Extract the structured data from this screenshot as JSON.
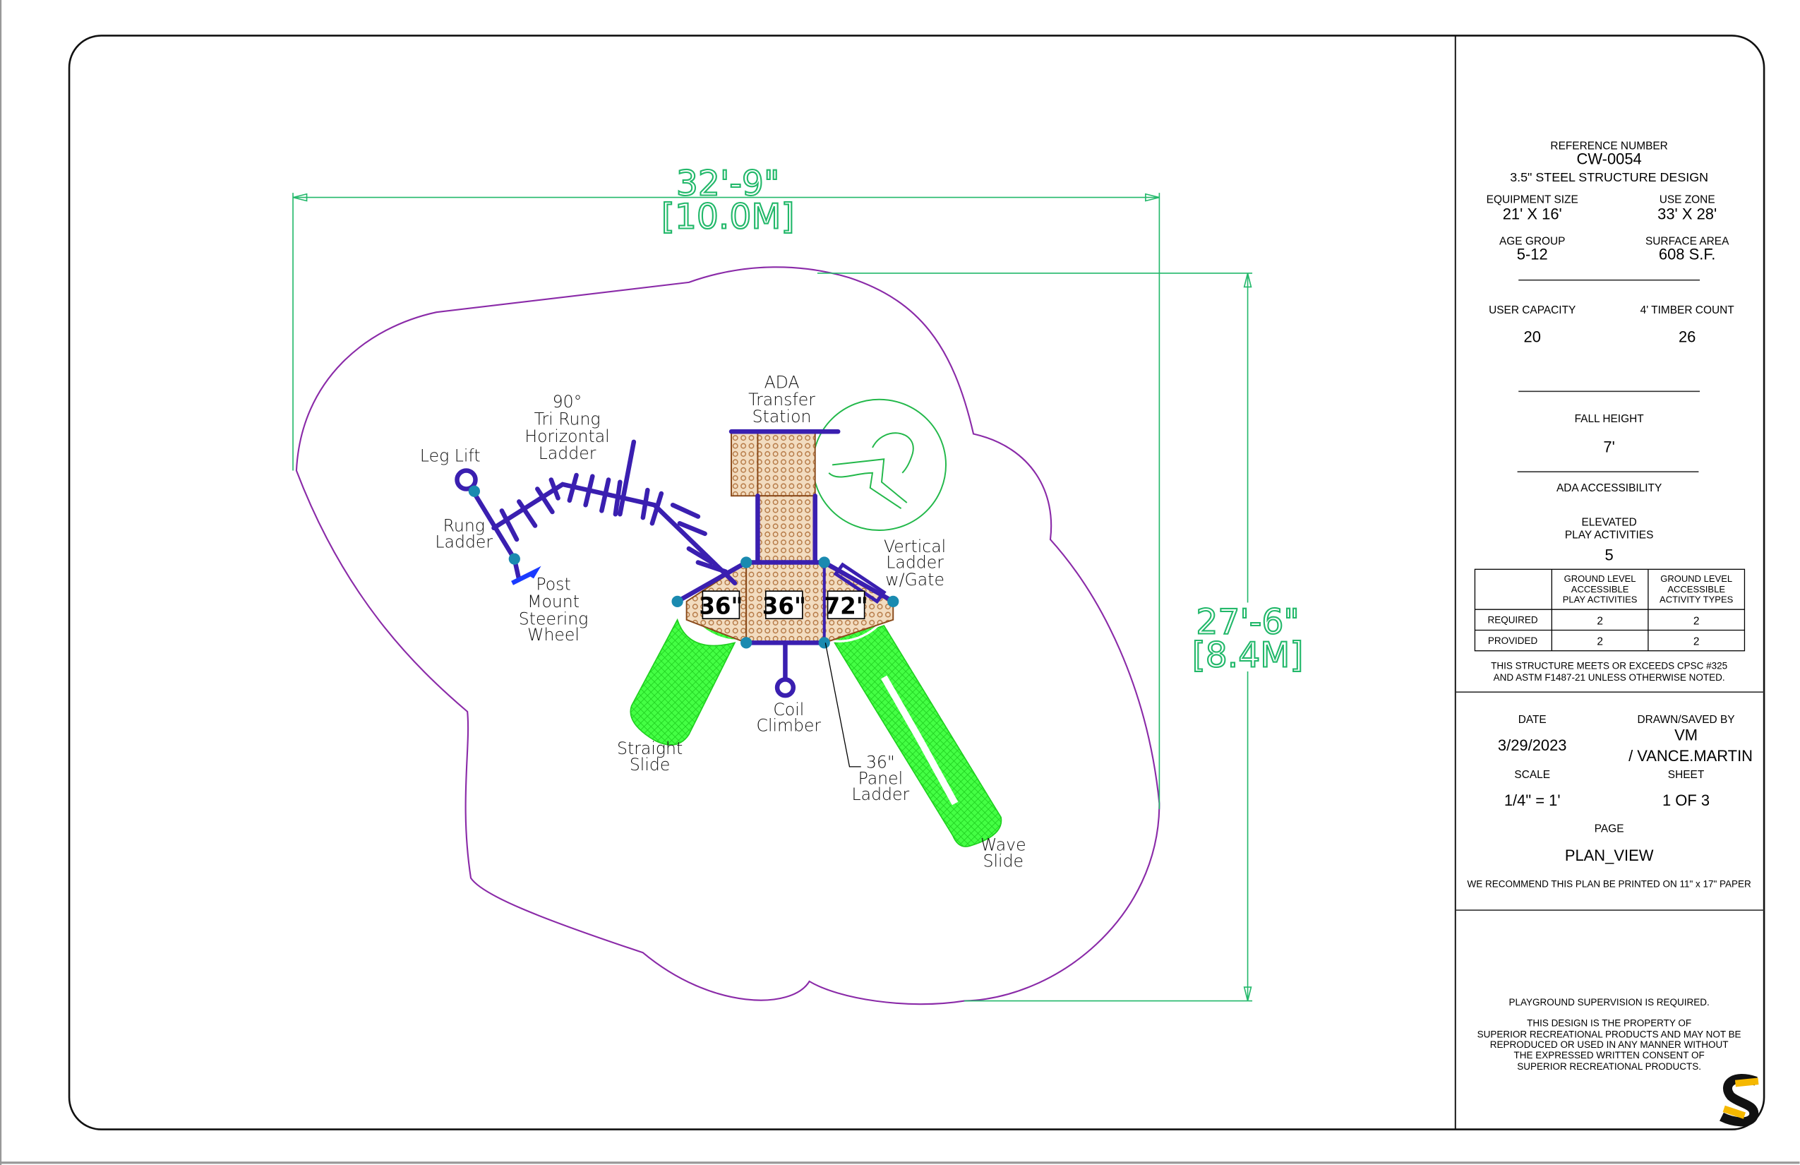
{
  "dimensions": {
    "width_ft": "32'-9\"",
    "width_m": "[10.0M]",
    "depth_ft": "27'-6\"",
    "depth_m": "[8.4M]"
  },
  "components": {
    "ada_transfer": [
      "ADA",
      "Transfer",
      "Station"
    ],
    "tri_rung": [
      "90°",
      "Tri Rung",
      "Horizontal",
      "Ladder"
    ],
    "leg_lift": "Leg Lift",
    "rung_ladder": [
      "Rung",
      "Ladder"
    ],
    "steering_wheel": [
      "Post",
      "Mount",
      "Steering",
      "Wheel"
    ],
    "vertical_ladder": [
      "Vertical",
      "Ladder",
      "w/Gate"
    ],
    "coil_climber": [
      "Coil",
      "Climber"
    ],
    "straight_slide": [
      "Straight",
      "Slide"
    ],
    "panel_ladder": [
      "36\"",
      "Panel",
      "Ladder"
    ],
    "wave_slide": [
      "Wave",
      "Slide"
    ],
    "deck_heights": [
      "36\"",
      "36\"",
      "72\""
    ]
  },
  "title_block": {
    "reference_label": "REFERENCE NUMBER",
    "reference_number": "CW-0054",
    "design": "3.5\"   STEEL STRUCTURE DESIGN",
    "equipment_size_label": "EQUIPMENT SIZE",
    "equipment_size": "21' X 16'",
    "use_zone_label": "USE ZONE",
    "use_zone": "33' X 28'",
    "age_group_label": "AGE GROUP",
    "age_group": "5-12",
    "surface_area_label": "SURFACE AREA",
    "surface_area": "608 S.F.",
    "user_capacity_label": "USER CAPACITY",
    "user_capacity": "20",
    "timber_count_label": "4' TIMBER COUNT",
    "timber_count": "26",
    "fall_height_label": "FALL HEIGHT",
    "fall_height": "7'",
    "ada_label": "ADA ACCESSIBILITY",
    "elevated_label": [
      "ELEVATED",
      "PLAY ACTIVITIES"
    ],
    "elevated_value": "5",
    "table": {
      "headers": [
        [
          "GROUND LEVEL",
          "ACCESSIBLE",
          "PLAY ACTIVITIES"
        ],
        [
          "GROUND LEVEL",
          "ACCESSIBLE",
          "ACTIVITY TYPES"
        ]
      ],
      "rows": [
        {
          "label": "REQUIRED",
          "values": [
            "2",
            "2"
          ]
        },
        {
          "label": "PROVIDED",
          "values": [
            "2",
            "2"
          ]
        }
      ]
    },
    "compliance": [
      "THIS STRUCTURE MEETS OR EXCEEDS CPSC #325",
      "AND ASTM F1487-21 UNLESS OTHERWISE NOTED."
    ],
    "date_label": "DATE",
    "date": "3/29/2023",
    "drawn_label": "DRAWN/SAVED BY",
    "drawn_by": [
      "VM",
      "/ VANCE.MARTIN"
    ],
    "scale_label": "SCALE",
    "scale": "1/4\" = 1'",
    "sheet_label": "SHEET",
    "sheet": "1 OF 3",
    "page_label": "PAGE",
    "page": "PLAN_VIEW",
    "print_note": "WE RECOMMEND THIS PLAN BE PRINTED ON 11\" x 17\" PAPER",
    "supervision": "PLAYGROUND SUPERVISION IS REQUIRED.",
    "property": [
      "THIS DESIGN IS THE PROPERTY OF",
      "SUPERIOR RECREATIONAL PRODUCTS AND MAY NOT BE",
      "REPRODUCED OR USED IN ANY MANNER WITHOUT",
      "THE EXPRESSED WRITTEN CONSENT OF",
      "SUPERIOR RECREATIONAL PRODUCTS."
    ],
    "logo_text": "S"
  },
  "colors": {
    "frame": "#3a1fb0",
    "slide": "#33ff33",
    "deck": "#c88a4a",
    "zone": "#8a2aa8",
    "dimension": "#22b86a",
    "ada": "#22b84a"
  }
}
